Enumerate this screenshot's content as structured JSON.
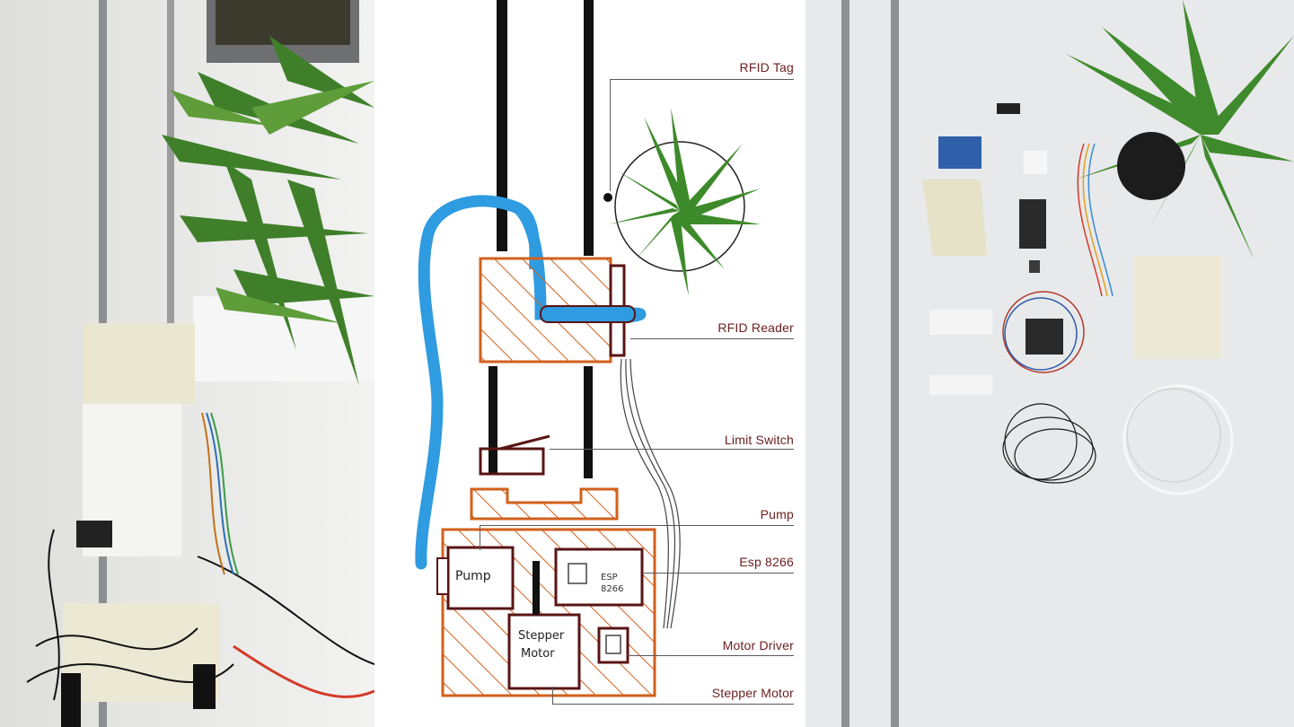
{
  "diagram": {
    "callouts": [
      {
        "id": "rfid-tag",
        "label": "RFID Tag"
      },
      {
        "id": "rfid-reader",
        "label": "RFID Reader"
      },
      {
        "id": "limit-switch",
        "label": "Limit Switch"
      },
      {
        "id": "pump",
        "label": "Pump"
      },
      {
        "id": "esp8266",
        "label": "Esp 8266"
      },
      {
        "id": "motor-driver",
        "label": "Motor Driver"
      },
      {
        "id": "stepper-motor",
        "label": "Stepper Motor"
      }
    ],
    "box_labels": {
      "pump": "Pump",
      "esp_line1": "ESP",
      "esp_line2": "8266",
      "stepper_line1": "Stepper",
      "stepper_line2": "Motor"
    }
  },
  "colors": {
    "accent_orange": "#d2601c",
    "tube_blue": "#2f9be0",
    "outline_dark": "#5a1414",
    "rod_black": "#111111",
    "label_maroon": "#6b1d1d",
    "leaf_green": "#3d8a2a"
  }
}
